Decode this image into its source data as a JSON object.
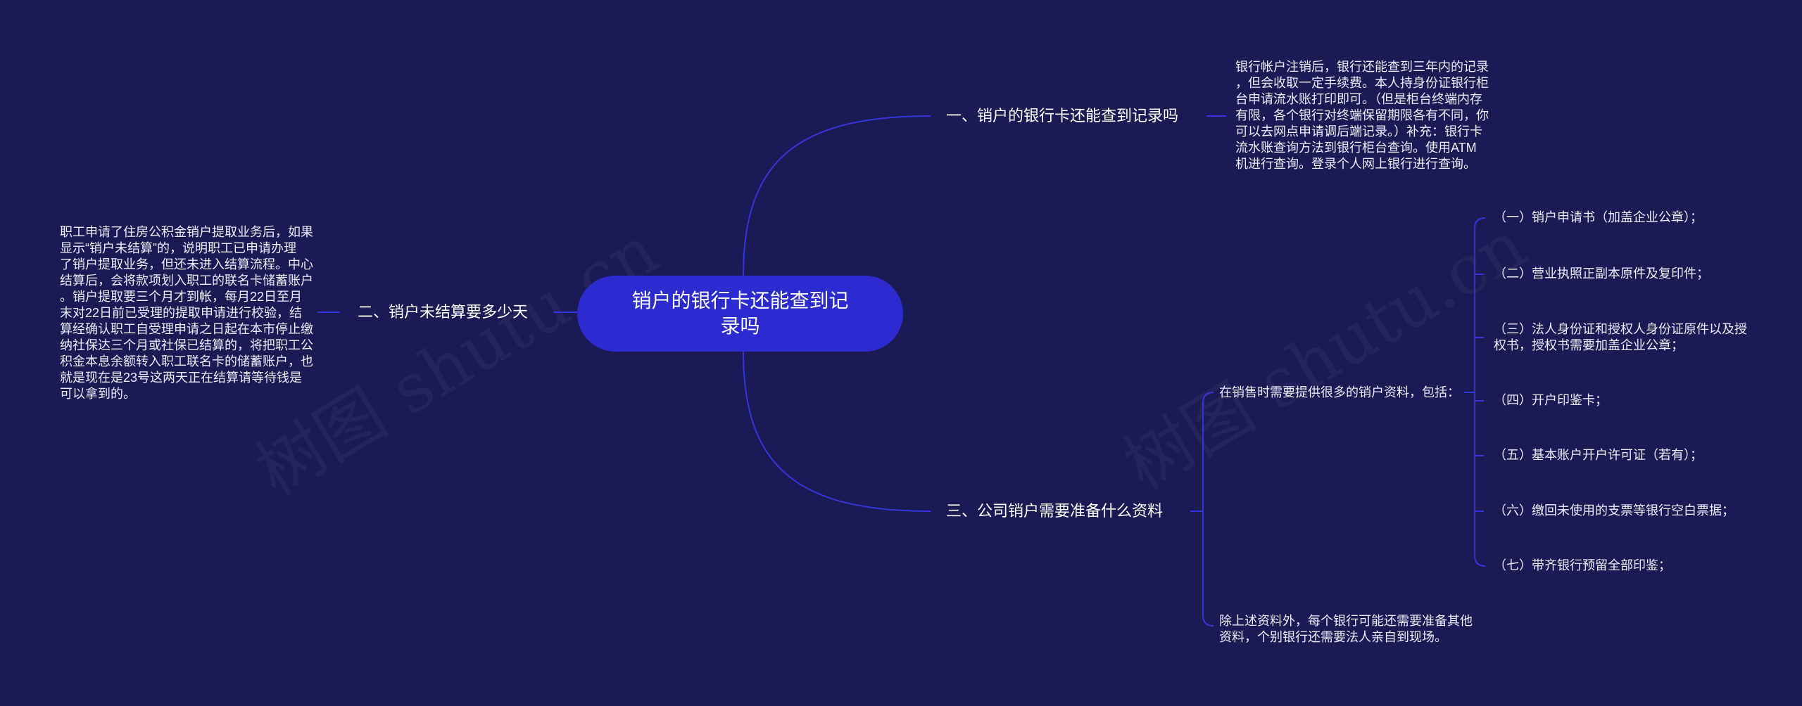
{
  "mindmap": {
    "central_topic_lines": [
      "销户的银行卡还能查到记",
      "录吗"
    ],
    "branch_1": {
      "label": "一、销户的银行卡还能查到记录吗",
      "detail_lines": [
        "银行帐户注销后，银行还能查到三年内的记录",
        "，但会收取一定手续费。本人持身份证银行柜",
        "台申请流水账打印即可。（但是柜台终端内存",
        "有限，各个银行对终端保留期限各有不同，你",
        "可以去网点申请调后端记录。）补充：银行卡",
        "流水账查询方法到银行柜台查询。使用ATM",
        "机进行查询。登录个人网上银行进行查询。"
      ]
    },
    "branch_2": {
      "label": "二、销户未结算要多少天",
      "detail_lines": [
        "职工申请了住房公积金销户提取业务后，如果",
        "显示“销户未结算”的，说明职工已申请办理",
        "了销户提取业务，但还未进入结算流程。中心",
        "结算后，会将款项划入职工的联名卡储蓄账户",
        "。销户提取要三个月才到帐，每月22日至月",
        "末对22日前已受理的提取申请进行校验，结",
        "算经确认职工自受理申请之日起在本市停止缴",
        "纳社保达三个月或社保已结算的，将把职工公",
        "积金本息余额转入职工联名卡的储蓄账户，也",
        "就是现在是23号这两天正在结算请等待钱是",
        "可以拿到的。"
      ]
    },
    "branch_3": {
      "label": "三、公司销户需要准备什么资料",
      "materials_intro": "在销售时需要提供很多的销户资料，包括：",
      "materials": [
        [
          "（一）销户申请书（加盖企业公章）；"
        ],
        [
          "（二）营业执照正副本原件及复印件；"
        ],
        [
          "（三）法人身份证和授权人身份证原件以及授",
          "权书，授权书需要加盖企业公章；"
        ],
        [
          "（四）开户印鉴卡；"
        ],
        [
          "（五）基本账户开户许可证（若有）；"
        ],
        [
          "（六）缴回未使用的支票等银行空白票据；"
        ],
        [
          "（七）带齐银行预留全部印鉴；"
        ]
      ],
      "extra_note_lines": [
        "除上述资料外，每个银行可能还需要准备其他",
        "资料，个别银行还需要法人亲自到现场。"
      ]
    }
  },
  "watermark": {
    "text": "树图 shutu.cn"
  },
  "colors": {
    "background": "#1b1a55",
    "central_node": "#2b2bd0",
    "connector": "#3434dc",
    "text": "#ffffff"
  }
}
